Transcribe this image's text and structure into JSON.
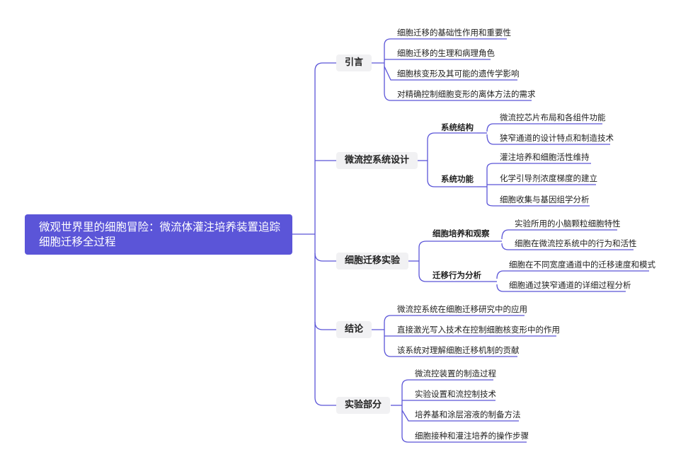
{
  "root": {
    "title": "微观世界里的细胞冒险：微流体灌注培养装置追踪细胞迁移全过程"
  },
  "topics": {
    "intro": {
      "label": "引言",
      "leaves": [
        "细胞迁移的基础性作用和重要性",
        "细胞迁移的生理和病理角色",
        "细胞核变形及其可能的遗传学影响",
        "对精确控制细胞变形的离体方法的需求"
      ]
    },
    "design": {
      "label": "微流控系统设计",
      "groups": [
        {
          "label": "系统结构",
          "leaves": [
            "微流控芯片布局和各组件功能",
            "狭窄通道的设计特点和制造技术"
          ]
        },
        {
          "label": "系统功能",
          "leaves": [
            "灌注培养和细胞活性维持",
            "化学引导剂浓度梯度的建立",
            "细胞收集与基因组学分析"
          ]
        }
      ]
    },
    "experiment": {
      "label": "细胞迁移实验",
      "groups": [
        {
          "label": "细胞培养和观察",
          "leaves": [
            "实验所用的小脑颗粒细胞特性",
            "细胞在微流控系统中的行为和活性"
          ]
        },
        {
          "label": "迁移行为分析",
          "leaves": [
            "细胞在不同宽度通道中的迁移速度和模式",
            "细胞通过狭窄通道的详细过程分析"
          ]
        }
      ]
    },
    "conclusion": {
      "label": "结论",
      "leaves": [
        "微流控系统在细胞迁移研究中的应用",
        "直接激光写入技术在控制细胞核变形中的作用",
        "该系统对理解细胞迁移机制的贡献"
      ]
    },
    "methods": {
      "label": "实验部分",
      "leaves": [
        "微流控装置的制造过程",
        "实验设置和流控制技术",
        "培养基和涂层溶液的制备方法",
        "细胞接种和灌注培养的操作步骤"
      ]
    }
  },
  "colors": {
    "root_fill": "#5b55d8",
    "line": "#5b55d8",
    "topic_fill": "#f1f1f3"
  }
}
